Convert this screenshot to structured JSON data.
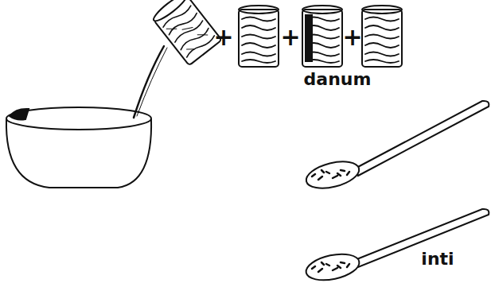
{
  "diagram": {
    "labels": [
      "+",
      "+",
      "+",
      "danum",
      "inti"
    ]
  }
}
